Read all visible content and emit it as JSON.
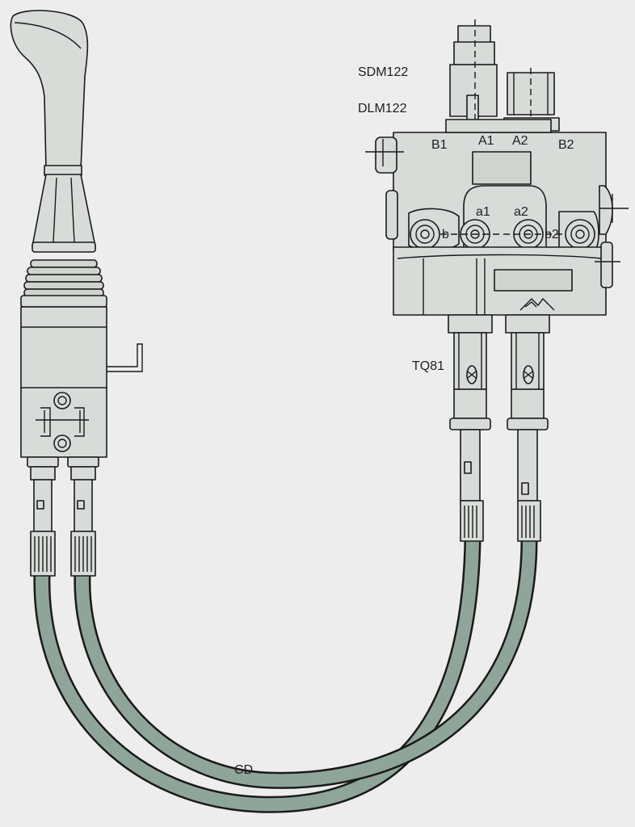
{
  "labels": {
    "sdm": "SDM122",
    "dlm": "DLM122",
    "tq": "TQ81",
    "cd": "CD"
  },
  "ports": {
    "b1": "B1",
    "a1_upper": "A1",
    "a2_upper": "A2",
    "b2": "B2",
    "a1_lower": "a1",
    "a2_lower": "a2",
    "b_lower": "b",
    "b2_lower": "b2"
  },
  "colors": {
    "background": "#ededed",
    "body": "#d8dcd8",
    "cable": "#8fa59a",
    "outline": "#1a1a1a"
  }
}
